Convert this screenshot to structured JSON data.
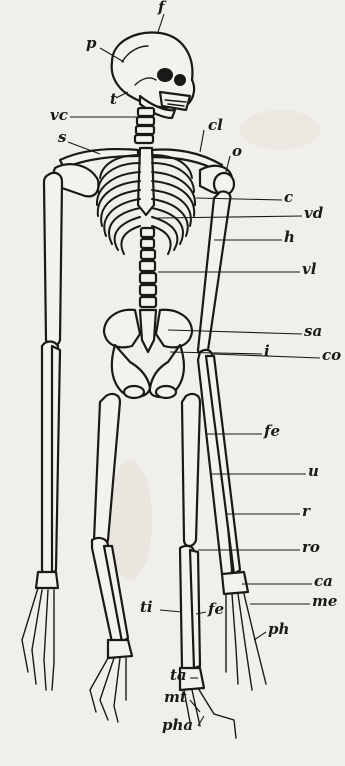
{
  "figure": {
    "labels": [
      {
        "id": "f",
        "text": "f"
      },
      {
        "id": "p",
        "text": "p"
      },
      {
        "id": "t",
        "text": "t"
      },
      {
        "id": "vc",
        "text": "vc"
      },
      {
        "id": "s",
        "text": "s"
      },
      {
        "id": "cl",
        "text": "cl"
      },
      {
        "id": "o",
        "text": "o"
      },
      {
        "id": "c",
        "text": "c"
      },
      {
        "id": "vd",
        "text": "vd"
      },
      {
        "id": "h",
        "text": "h"
      },
      {
        "id": "vl",
        "text": "vl"
      },
      {
        "id": "sa",
        "text": "sa"
      },
      {
        "id": "i",
        "text": "i"
      },
      {
        "id": "co",
        "text": "co"
      },
      {
        "id": "fe1",
        "text": "fe"
      },
      {
        "id": "u",
        "text": "u"
      },
      {
        "id": "r",
        "text": "r"
      },
      {
        "id": "ro",
        "text": "ro"
      },
      {
        "id": "ca",
        "text": "ca"
      },
      {
        "id": "me",
        "text": "me"
      },
      {
        "id": "ti",
        "text": "ti"
      },
      {
        "id": "fe2",
        "text": "fe"
      },
      {
        "id": "ph",
        "text": "ph"
      },
      {
        "id": "ta",
        "text": "ta"
      },
      {
        "id": "mt",
        "text": "mt"
      },
      {
        "id": "pha",
        "text": "pha"
      }
    ]
  }
}
